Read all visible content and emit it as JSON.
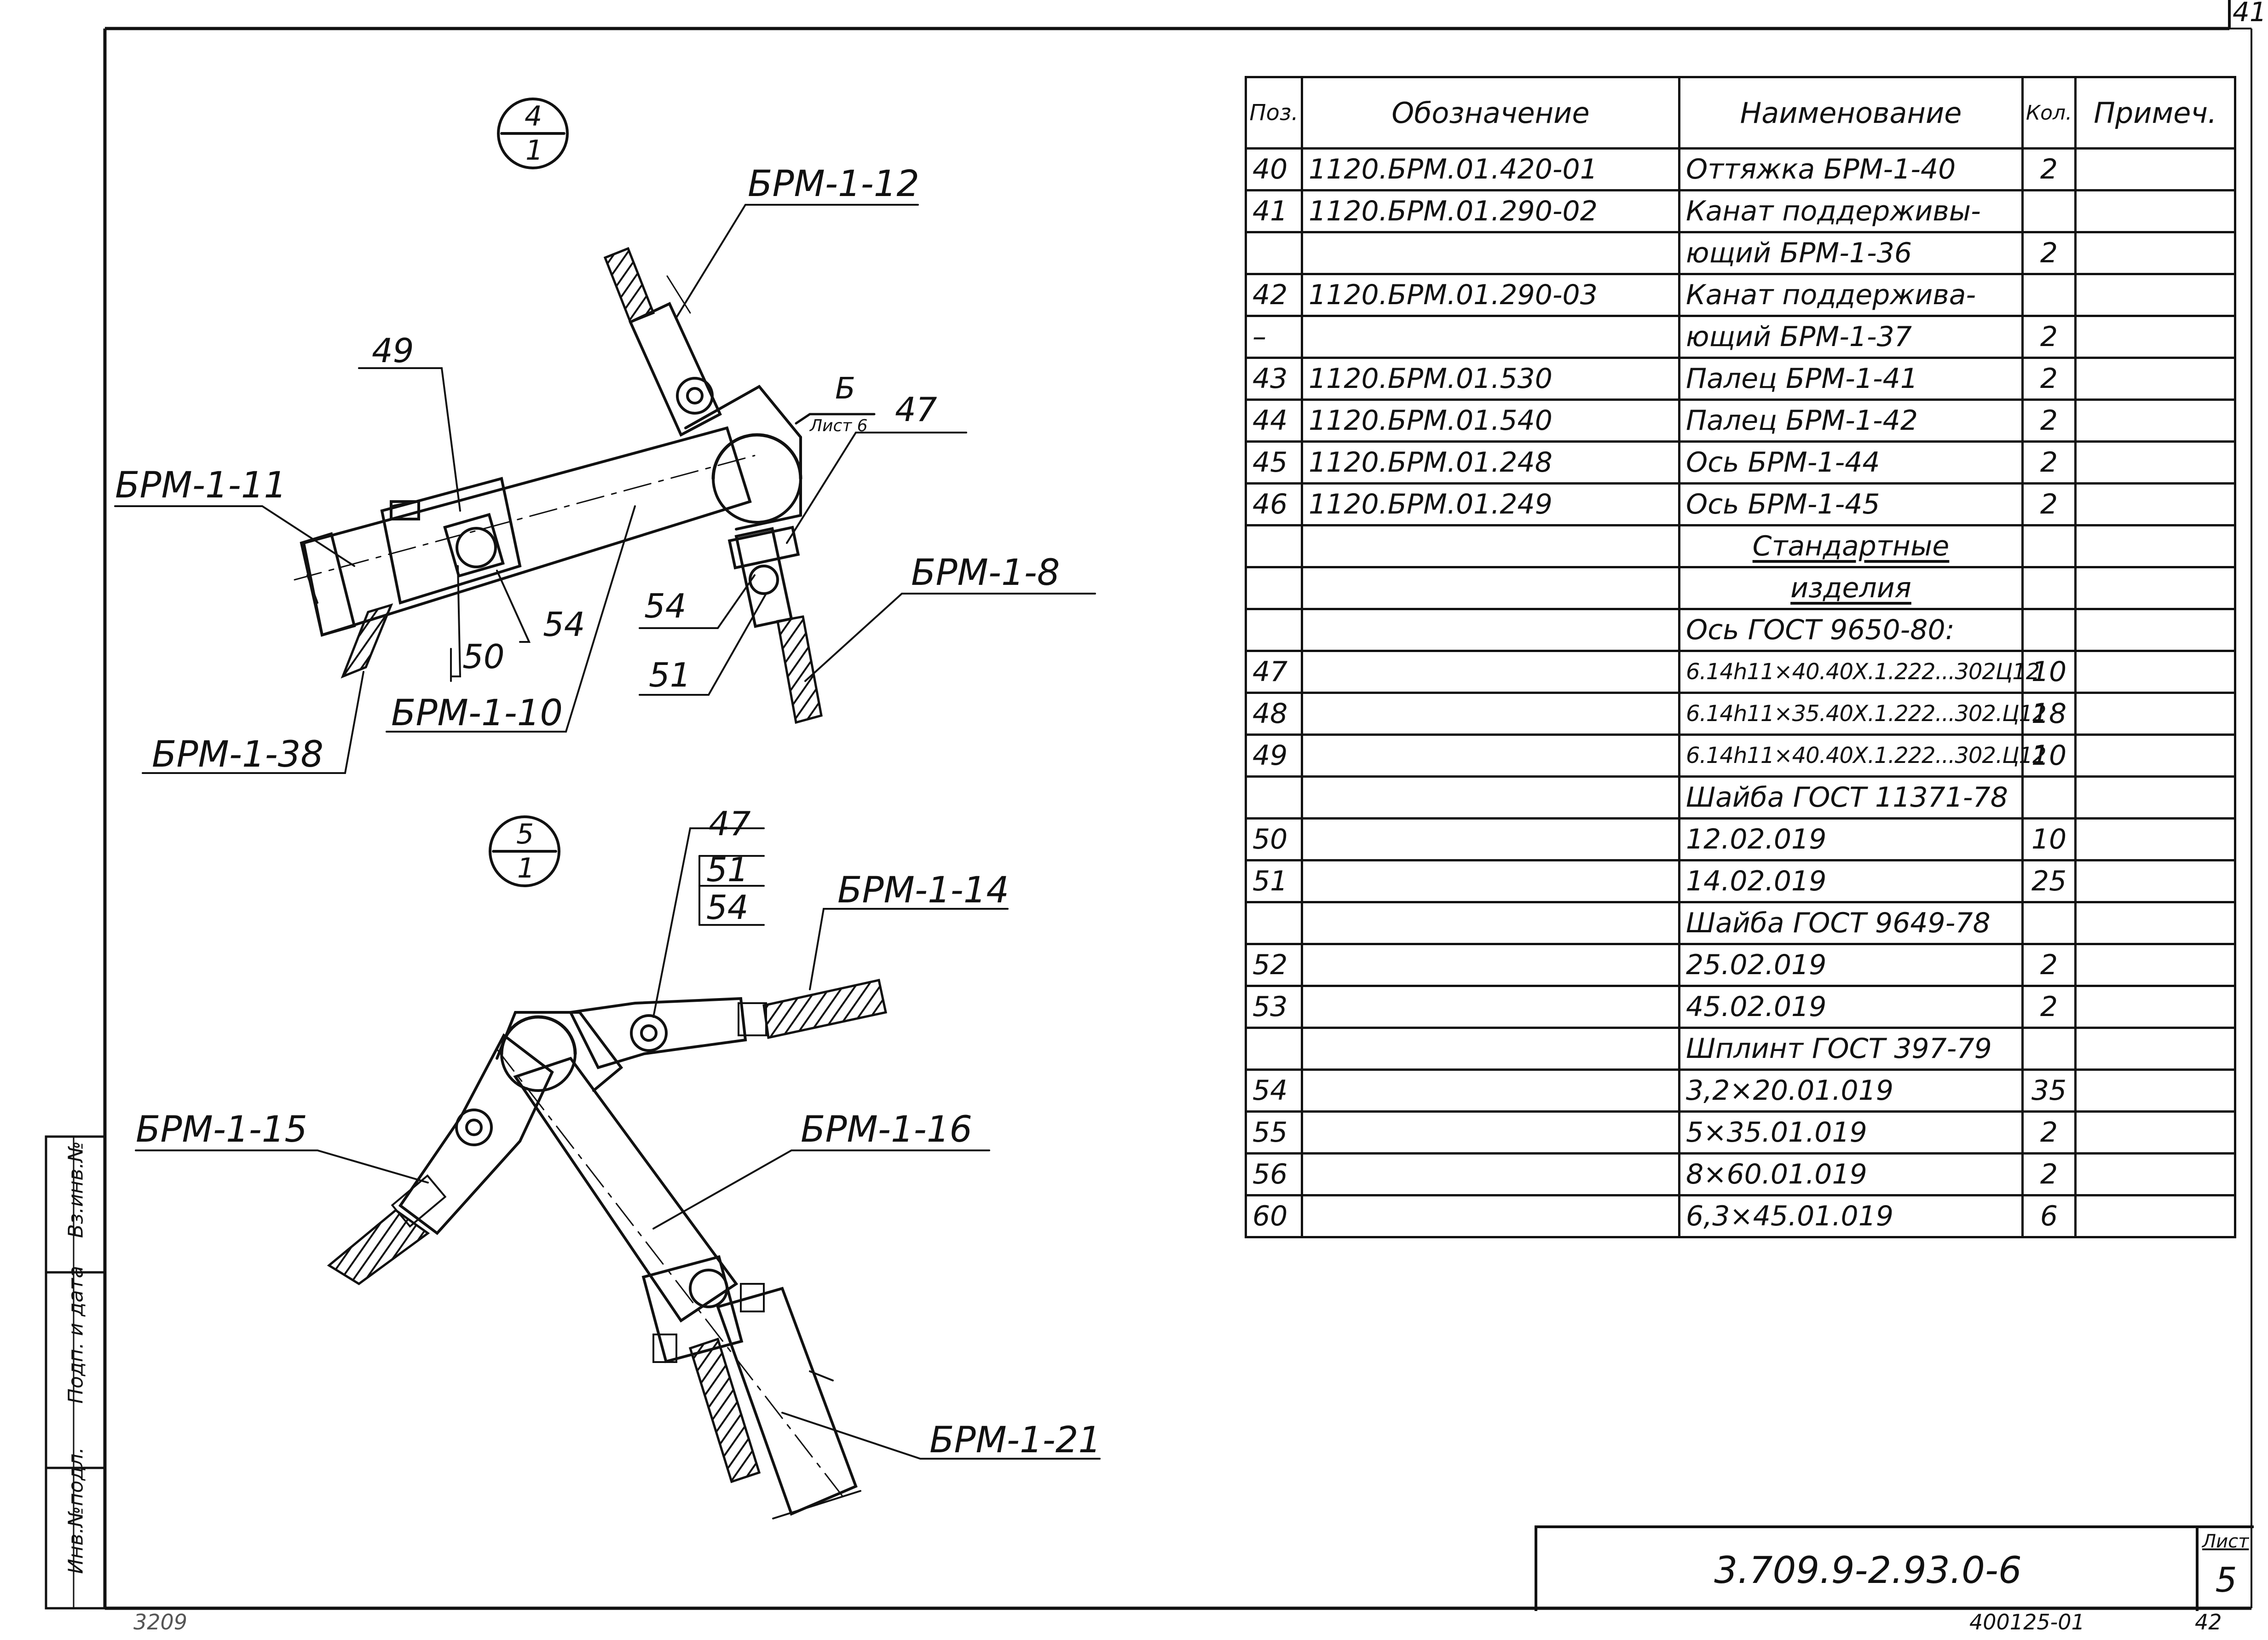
{
  "corner_sheet": "41",
  "details": [
    {
      "top": "4",
      "bottom": "1"
    },
    {
      "top": "5",
      "bottom": "1"
    }
  ],
  "detail4_labels": {
    "brm_1_12": "БРМ-1-12",
    "n49": "49",
    "brm_1_11": "БРМ-1-11",
    "view_b": "Б",
    "view_sheet": "Лист 6",
    "n47": "47",
    "brm_1_8": "БРМ-1-8",
    "n54a": "54",
    "n54b": "54",
    "n50": "50",
    "n51": "51",
    "brm_1_10": "БРМ-1-10",
    "brm_1_38": "БРМ-1-38"
  },
  "detail5_labels": {
    "n47": "47",
    "n51": "51",
    "n54": "54",
    "brm_1_14": "БРМ-1-14",
    "brm_1_15": "БРМ-1-15",
    "brm_1_16": "БРМ-1-16",
    "brm_1_21": "БРМ-1-21"
  },
  "spec_table": {
    "headers": {
      "pos": "Поз.",
      "designation": "Обозначение",
      "name": "Наименование",
      "qty": "Кол.",
      "note": "Примеч."
    },
    "rows": [
      {
        "pos": "40",
        "designation": "1120.БРМ.01.420-01",
        "name": "Оттяжка БРМ-1-40",
        "qty": "2",
        "note": ""
      },
      {
        "pos": "41",
        "designation": "1120.БРМ.01.290-02",
        "name": "Канат поддерживы-",
        "qty": "",
        "note": ""
      },
      {
        "pos": "",
        "designation": "",
        "name": "ющий БРМ-1-36",
        "qty": "2",
        "note": ""
      },
      {
        "pos": "42",
        "designation": "1120.БРМ.01.290-03",
        "name": "Канат поддержива-",
        "qty": "",
        "note": ""
      },
      {
        "pos": "–",
        "designation": "",
        "name": "ющий БРМ-1-37",
        "qty": "2",
        "note": ""
      },
      {
        "pos": "43",
        "designation": "1120.БРМ.01.530",
        "name": "Палец БРМ-1-41",
        "qty": "2",
        "note": ""
      },
      {
        "pos": "44",
        "designation": "1120.БРМ.01.540",
        "name": "Палец БРМ-1-42",
        "qty": "2",
        "note": ""
      },
      {
        "pos": "45",
        "designation": "1120.БРМ.01.248",
        "name": "Ось БРМ-1-44",
        "qty": "2",
        "note": ""
      },
      {
        "pos": "46",
        "designation": "1120.БРМ.01.249",
        "name": "Ось БРМ-1-45",
        "qty": "2",
        "note": ""
      },
      {
        "pos": "",
        "designation": "",
        "name": "Стандартные",
        "qty": "",
        "note": "",
        "kind": "head"
      },
      {
        "pos": "",
        "designation": "",
        "name": "изделия",
        "qty": "",
        "note": "",
        "kind": "head"
      },
      {
        "pos": "",
        "designation": "",
        "name": "Ось ГОСТ 9650-80:",
        "qty": "",
        "note": ""
      },
      {
        "pos": "47",
        "designation": "",
        "name": "6.14h11×40.40Х.1.222...302Ц12",
        "qty": "10",
        "note": "",
        "kind": "small"
      },
      {
        "pos": "48",
        "designation": "",
        "name": "6.14h11×35.40Х.1.222...302.Ц12",
        "qty": "18",
        "note": "",
        "kind": "small"
      },
      {
        "pos": "49",
        "designation": "",
        "name": "6.14h11×40.40Х.1.222...302.Ц12",
        "qty": "10",
        "note": "",
        "kind": "small"
      },
      {
        "pos": "",
        "designation": "",
        "name": "Шайба ГОСТ 11371-78",
        "qty": "",
        "note": ""
      },
      {
        "pos": "50",
        "designation": "",
        "name": "12.02.019",
        "qty": "10",
        "note": ""
      },
      {
        "pos": "51",
        "designation": "",
        "name": "14.02.019",
        "qty": "25",
        "note": ""
      },
      {
        "pos": "",
        "designation": "",
        "name": "Шайба ГОСТ 9649-78",
        "qty": "",
        "note": ""
      },
      {
        "pos": "52",
        "designation": "",
        "name": "25.02.019",
        "qty": "2",
        "note": ""
      },
      {
        "pos": "53",
        "designation": "",
        "name": "45.02.019",
        "qty": "2",
        "note": ""
      },
      {
        "pos": "",
        "designation": "",
        "name": "Шплинт ГОСТ 397-79",
        "qty": "",
        "note": ""
      },
      {
        "pos": "54",
        "designation": "",
        "name": "3,2×20.01.019",
        "qty": "35",
        "note": ""
      },
      {
        "pos": "55",
        "designation": "",
        "name": "5×35.01.019",
        "qty": "2",
        "note": ""
      },
      {
        "pos": "56",
        "designation": "",
        "name": "8×60.01.019",
        "qty": "2",
        "note": ""
      },
      {
        "pos": "60",
        "designation": "",
        "name": "6,3×45.01.019",
        "qty": "6",
        "note": ""
      }
    ]
  },
  "title_block": {
    "code": "3.709.9-2.93.0-6",
    "sheet_label": "Лист",
    "sheet_number": "5"
  },
  "side_stamp": {
    "inv_no": "Инв.№подл.",
    "sign_date": "Подп. и дата",
    "replace_inv": "Вз.инв.№"
  },
  "footer": {
    "left_code": "3209",
    "center_code": "400125-01",
    "right_number": "42"
  }
}
